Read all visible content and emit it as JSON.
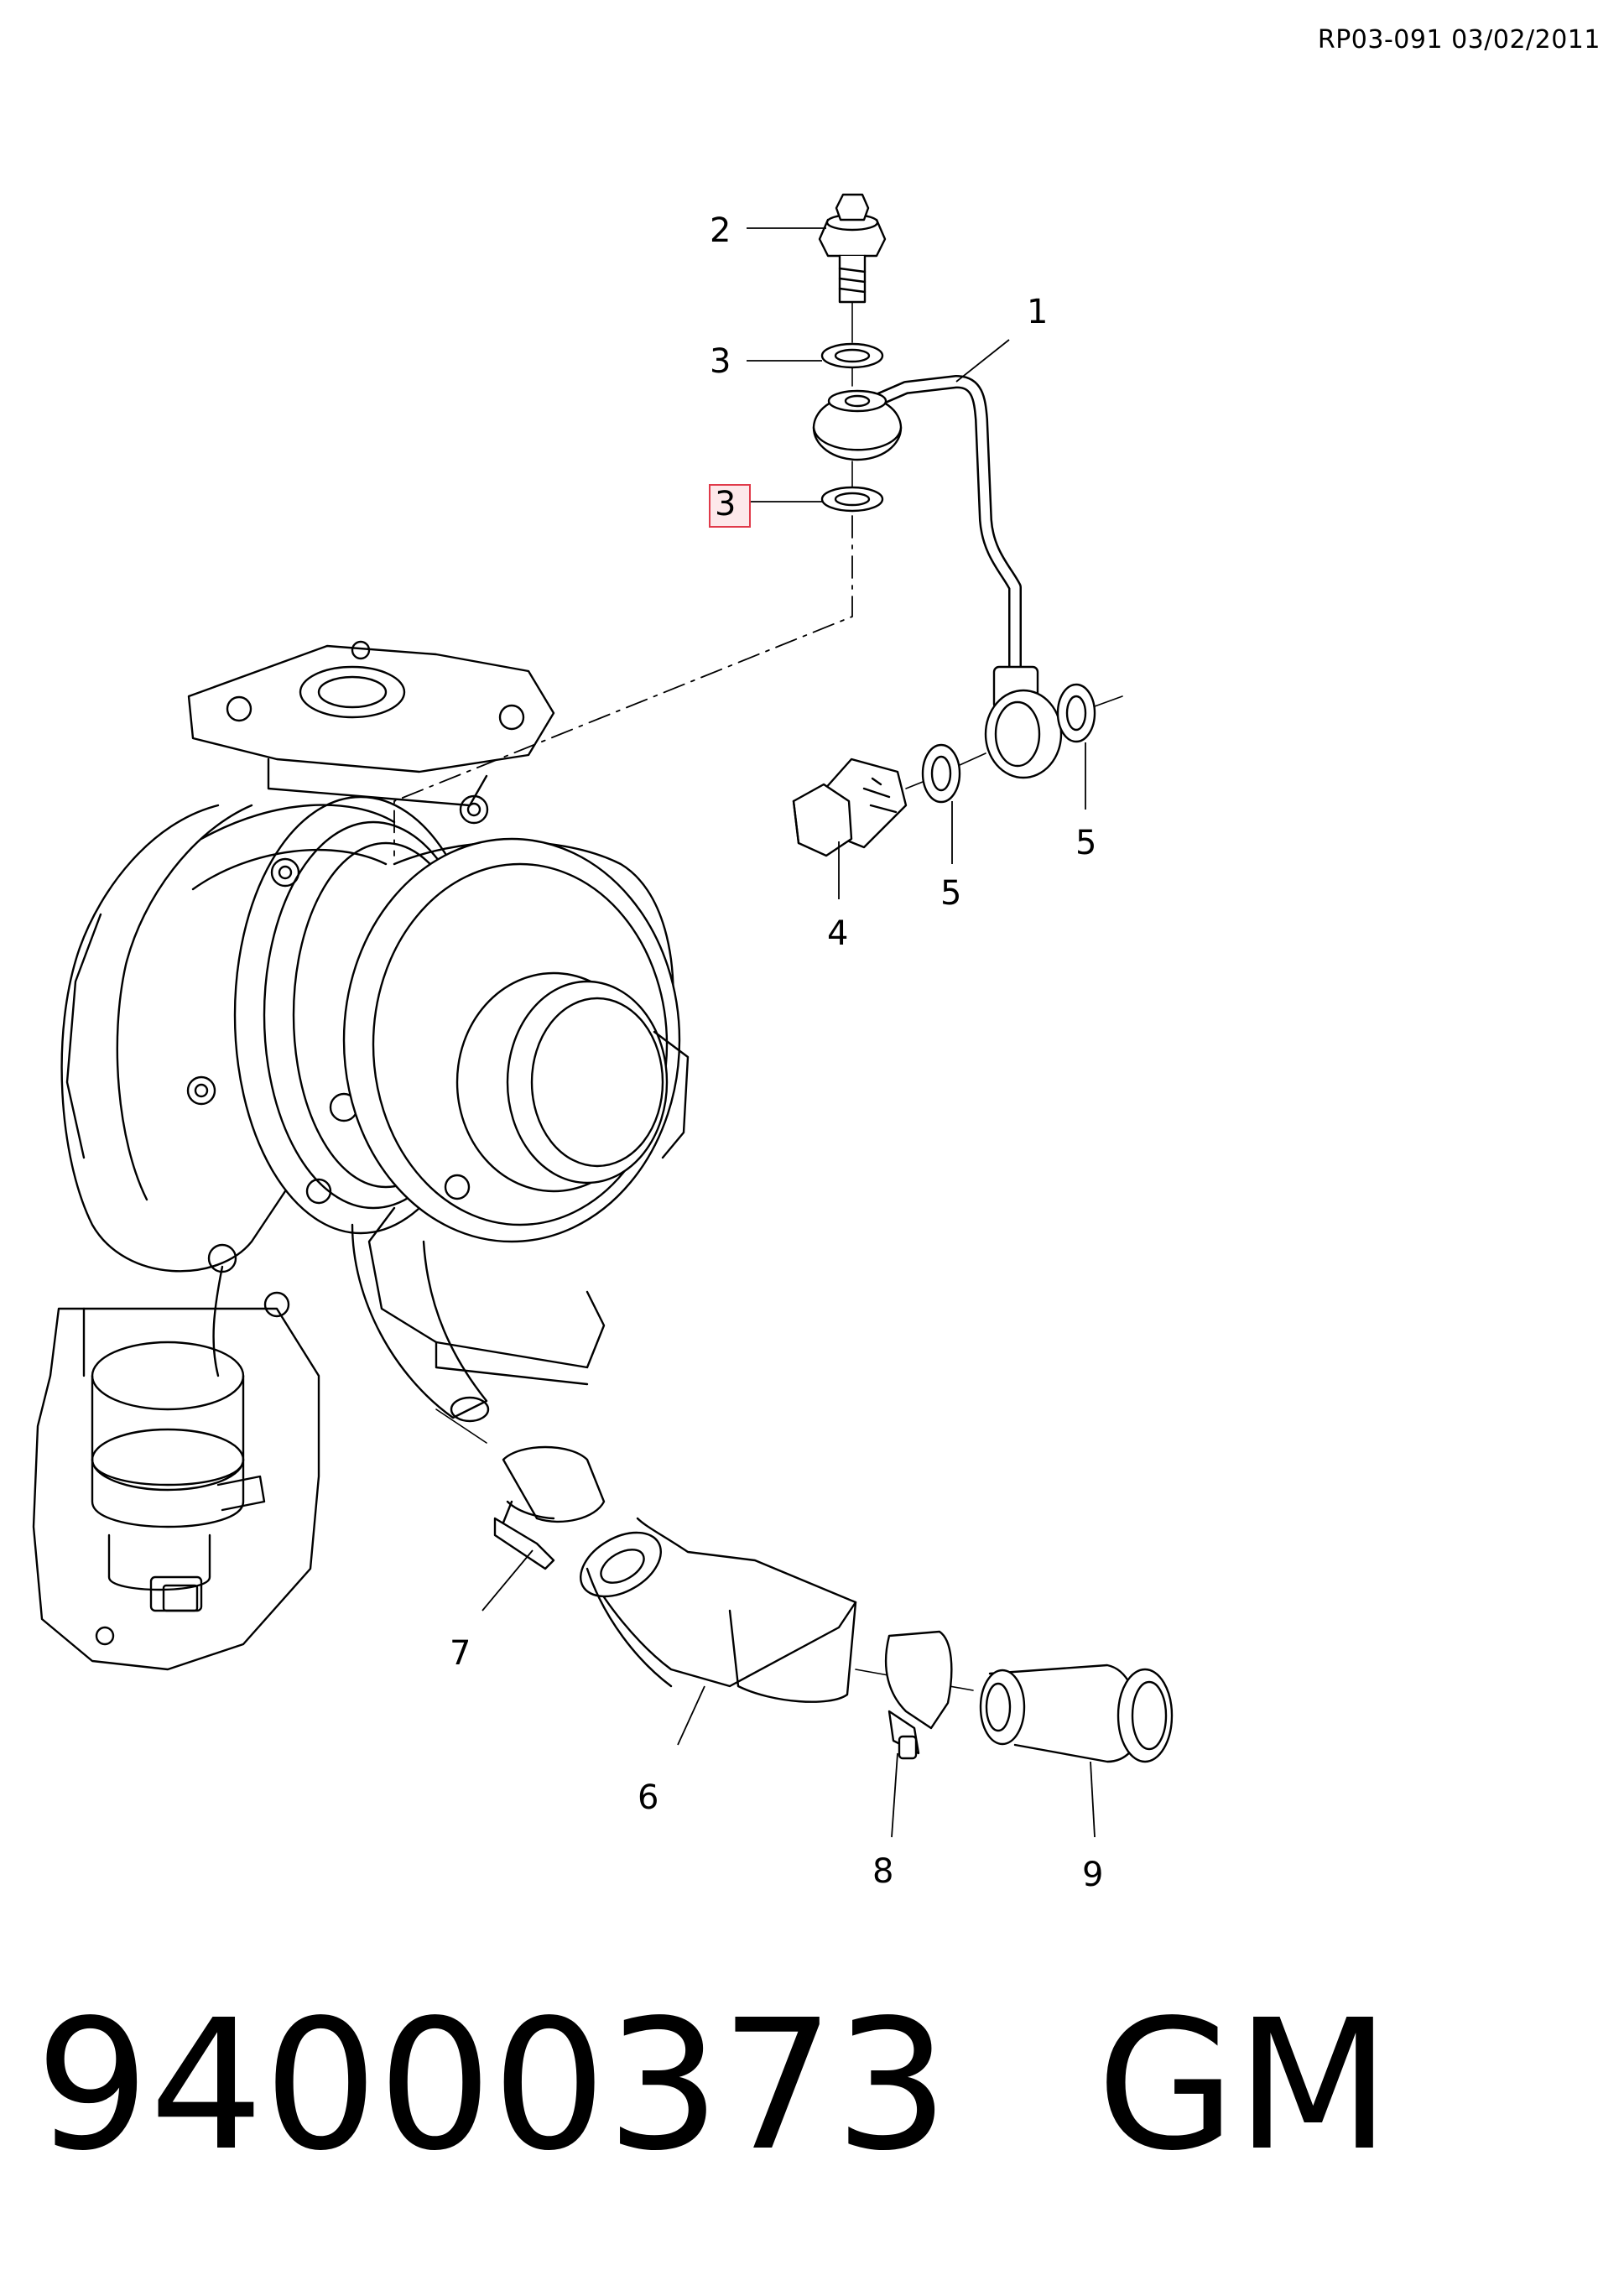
{
  "header": {
    "reference": "RP03-091 03/02/2011"
  },
  "callouts": {
    "c1": "1",
    "c2": "2",
    "c3_top": "3",
    "c3_highlight": "3",
    "c4": "4",
    "c5_left": "5",
    "c5_right": "5",
    "c6": "6",
    "c7": "7",
    "c8": "8",
    "c9": "9"
  },
  "highlight_color": "#e03a4a",
  "highlight_fill": "#fde8ea",
  "footer": {
    "part_number": "94000373",
    "brand": "GM"
  }
}
